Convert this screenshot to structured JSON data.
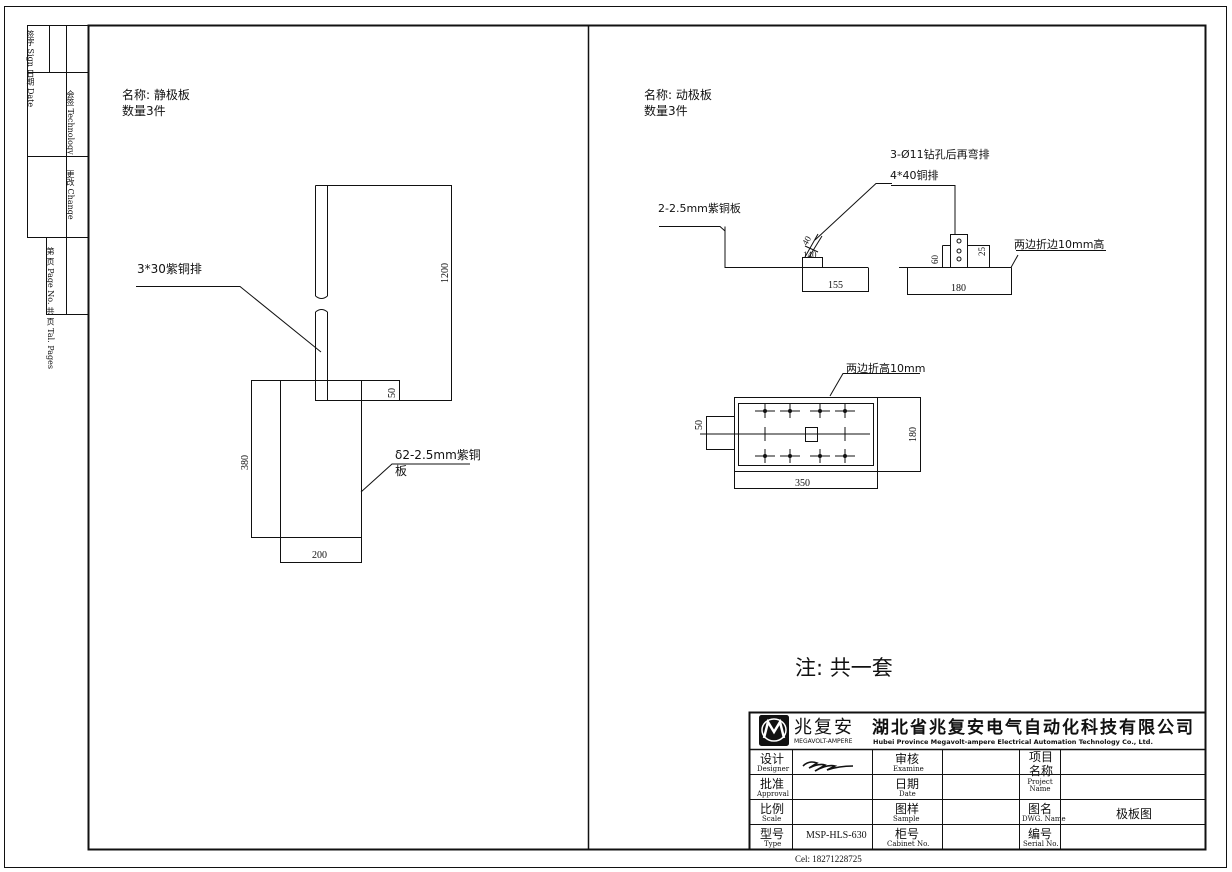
{
  "left_part": {
    "name_line": "名称: 静极板",
    "qty_line": "数量3件",
    "busbar_label": "3*30紫铜排",
    "plate_label_1": "δ2-2.5mm紫铜",
    "plate_label_2": "板",
    "dim_1200": "1200",
    "dim_50": "50",
    "dim_380": "380",
    "dim_200": "200"
  },
  "right_part": {
    "name_line": "名称: 动极板",
    "qty_line": "数量3件",
    "drill_note": "3-Ø11钻孔后再弯排",
    "busbar_note": "4*40铜排",
    "plate_note": "2-2.5mm紫铜板",
    "fold_note": "两边折边10mm高",
    "fold_height_note": "两边折高10mm",
    "dim_40": "40",
    "dim_140": "140",
    "dim_155": "155",
    "dim_60": "60",
    "dim_25": "25",
    "dim_180_side": "180",
    "dim_50_plan": "50",
    "dim_180_plan": "180",
    "dim_350": "350"
  },
  "note": "注: 共一套",
  "side_table": {
    "row1": "签字 Sign 日期 Date",
    "row2": "会签 Technology",
    "row3": "更改 Change",
    "row4": "第 页 Page No. 共 页 Tal. Pages"
  },
  "title_block": {
    "brand_cn": "兆复安",
    "brand_en": "MEGAVOLT-AMPERE",
    "company_cn": "湖北省兆复安电气自动化科技有限公司",
    "company_en": "Hubei Province Megavolt-ampere Electrical Automation Technology Co., Ltd.",
    "designer_cn": "设计",
    "designer_en": "Designer",
    "approval_cn": "批准",
    "approval_en": "Approval",
    "scale_cn": "比例",
    "scale_en": "Scale",
    "type_cn": "型号",
    "type_en": "Type",
    "examine_cn": "审核",
    "examine_en": "Examine",
    "date_cn": "日期",
    "date_en": "Date",
    "sample_cn": "图样",
    "sample_en": "Sample",
    "cabinet_cn": "柜号",
    "cabinet_en": "Cabinet No.",
    "project_cn": "项目 名称",
    "project_en": "Project Name",
    "dwg_cn": "图名",
    "dwg_en": "DWG. Name",
    "serial_cn": "编号",
    "serial_en": "Serial No.",
    "type_value": "MSP-HLS-630",
    "dwg_value": "极板图"
  },
  "footer": "Cel: 18271228725"
}
